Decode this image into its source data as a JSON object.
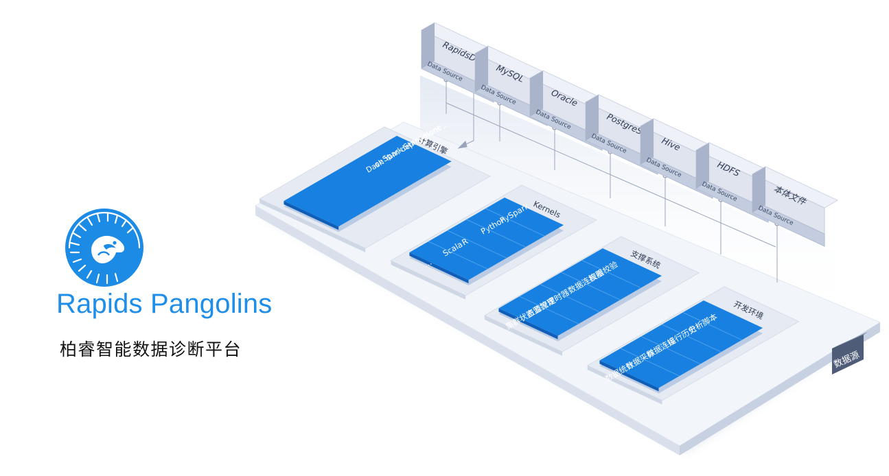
{
  "brand": {
    "name": "Rapids Pangolins",
    "subtitle": "柏睿智能数据诊断平台"
  },
  "data_sources": [
    {
      "name": "RapidsDB",
      "label": "Data Source"
    },
    {
      "name": "MySQL",
      "label": "Data Source"
    },
    {
      "name": "Oracle",
      "label": "Data Source"
    },
    {
      "name": "PostgreSQL",
      "label": "Data Source"
    },
    {
      "name": "Hive",
      "label": "Data Source"
    },
    {
      "name": "HDFS",
      "label": "Data Source"
    },
    {
      "name": "本体文件",
      "label": "Data Source"
    }
  ],
  "data_source_tag": "数据源",
  "sections": {
    "compute": {
      "label": "计算引擎",
      "text": [
        "Spark Standalone ,",
        "on Yarn deployment ,",
        "Dask"
      ]
    },
    "kernels": {
      "label": "Kernels",
      "items": [
        "PySpark",
        "Python",
        "R",
        "Scala",
        "..."
      ]
    },
    "support": {
      "label": "支撑系统",
      "items": [
        "权限校验",
        "数据连接器",
        "定时器",
        "资源管理",
        "集群状态监控"
      ]
    },
    "devenv": {
      "label": "开发环境",
      "items": [
        "分析脚本",
        "运行历史",
        "数据连接",
        "数据采样",
        "数据统计"
      ]
    }
  },
  "colors": {
    "brand": "#1f8ee8",
    "card": "#1677d6",
    "card_light": "#2a8fe6",
    "platform": "#eef2f8",
    "block_top": "#e3e8f2",
    "block_front": "#b9c3d6"
  }
}
